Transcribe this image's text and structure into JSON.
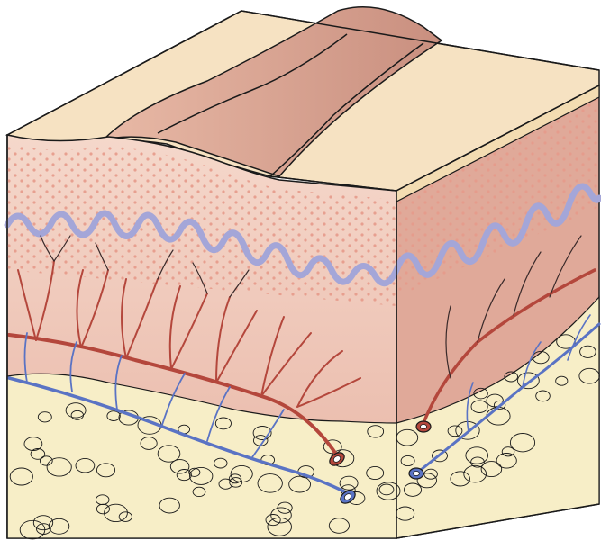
{
  "figure": {
    "kind": "skin-cross-section-illustration",
    "labels": [],
    "colors": {
      "background": "#ffffff",
      "outline": "#1a1a1a",
      "epidermis_top": "#f6e2c2",
      "lesion_top": "#e8b9a6",
      "lesion_shade": "#c98f7f",
      "dermis_upper": "#f5d8cb",
      "dermis_lower": "#e8b5a5",
      "dermis_side": "#e0a999",
      "dermis_dot": "#e69a8a",
      "basement_membrane": "#a4a6d8",
      "fat_fill": "#f7eec7",
      "artery": "#b4473c",
      "vein": "#5a73c4",
      "right_side_cream": "#f3dcb2"
    },
    "structures": [
      "epidermis",
      "raised-lesion",
      "basement-membrane",
      "dermis",
      "arterioles",
      "venules",
      "subcutaneous-fat",
      "artery-cut-end",
      "vein-cut-end"
    ]
  }
}
